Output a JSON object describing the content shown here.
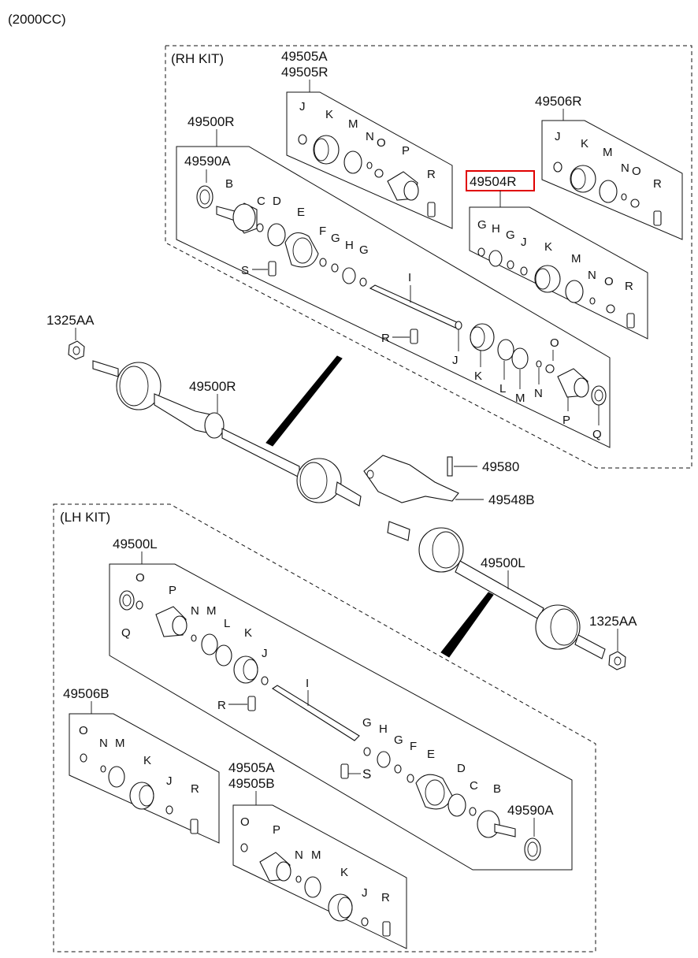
{
  "engine": "(2000CC)",
  "kits": {
    "rh": "(RH KIT)",
    "lh": "(LH KIT)"
  },
  "part_numbers": {
    "p49505a_rh": "49505A",
    "p49505r": "49505R",
    "p49506r": "49506R",
    "p49500r_kit": "49500R",
    "p49590a_rh": "49590A",
    "p49504r": "49504R",
    "p1325aa_rh": "1325AA",
    "p49500r_shaft": "49500R",
    "p49580": "49580",
    "p49548b": "49548B",
    "p49500l_kit": "49500L",
    "p49500l_shaft": "49500L",
    "p1325aa_lh": "1325AA",
    "p49506b": "49506B",
    "p49505a_lh": "49505A",
    "p49505b": "49505B",
    "p49590a_lh": "49590A"
  },
  "highlighted_part": "49504R",
  "highlight_color": "#e00000",
  "letters": {
    "j": "J",
    "k": "K",
    "m": "M",
    "n": "N",
    "o": "O",
    "p": "P",
    "r": "R",
    "b": "B",
    "c": "C",
    "d": "D",
    "e": "E",
    "f": "F",
    "g": "G",
    "h": "H",
    "s": "S",
    "i": "I",
    "l": "L",
    "q": "Q"
  }
}
